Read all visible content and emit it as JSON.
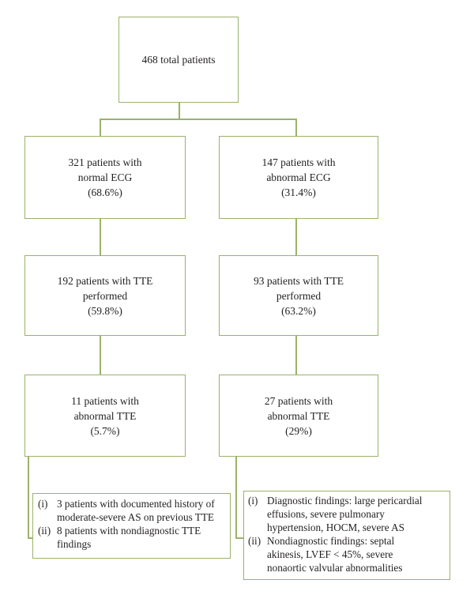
{
  "total": {
    "line1": "468 total patients"
  },
  "normal_ecg": {
    "line1": "321 patients with",
    "line2": "normal ECG",
    "line3": "(68.6%)"
  },
  "abnormal_ecg": {
    "line1": "147 patients with",
    "line2": "abnormal ECG",
    "line3": "(31.4%)"
  },
  "normal_tte_performed": {
    "line1": "192 patients with TTE",
    "line2": "performed",
    "line3": "(59.8%)"
  },
  "abnormal_tte_performed": {
    "line1": "93 patients with TTE",
    "line2": "performed",
    "line3": "(63.2%)"
  },
  "normal_abnormal_tte": {
    "line1": "11 patients with",
    "line2": "abnormal TTE",
    "line3": "(5.7%)"
  },
  "abnormal_abnormal_tte": {
    "line1": "27 patients with",
    "line2": "abnormal TTE",
    "line3": "(29%)"
  },
  "left_notes": [
    {
      "num": "(i)",
      "lines": [
        "3 patients with documented history of",
        "moderate-severe AS on previous TTE"
      ]
    },
    {
      "num": "(ii)",
      "lines": [
        "8 patients with nondiagnostic TTE",
        "findings"
      ]
    }
  ],
  "right_notes": [
    {
      "num": "(i)",
      "lines": [
        "Diagnostic findings: large pericardial",
        "effusions, severe pulmonary",
        "hypertension, HOCM, severe AS"
      ]
    },
    {
      "num": "(ii)",
      "lines": [
        "Nondiagnostic findings: septal",
        "akinesis, LVEF < 45%, severe",
        "nonaortic valvular abnormalities"
      ]
    }
  ]
}
